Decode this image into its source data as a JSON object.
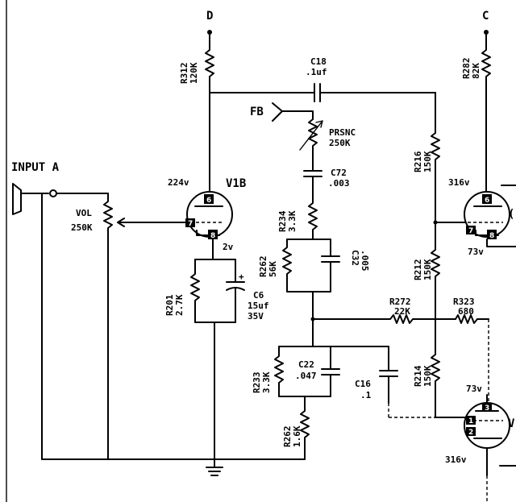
{
  "supply": {
    "d": "D",
    "c": "C"
  },
  "input": {
    "label": "INPUT A"
  },
  "feedback": {
    "label": "FB"
  },
  "tubes": {
    "v1b": {
      "label": "V1B",
      "plate_v": "224v",
      "cathode_v": "2v",
      "pin_plate": "6",
      "pin_grid": "7",
      "pin_cathode": "8"
    },
    "right_upper": {
      "plate_v": "316v",
      "cathode_v": "73v",
      "pin_plate": "6",
      "pin_grid": "7",
      "pin_cathode": "8",
      "edge_label": "("
    },
    "right_lower": {
      "cathode_top_v": "73v",
      "plate_v": "316v",
      "pin_a": "3",
      "pin_b": "1",
      "pin_c": "2",
      "edge_label": "V"
    }
  },
  "components": {
    "r312": {
      "name": "R312",
      "value": "120K"
    },
    "r282": {
      "name": "R282",
      "value": "82K"
    },
    "c18": {
      "name": "C18",
      "value": ".1uf"
    },
    "presence": {
      "name": "PRSNC",
      "value": "250K"
    },
    "c72": {
      "name": "C72",
      "value": ".003"
    },
    "r234": {
      "name": "R234",
      "value": "3.3K"
    },
    "r262a": {
      "name": "R262",
      "value": "56K"
    },
    "c32": {
      "name": "C32",
      "value": ".005"
    },
    "vol": {
      "name": "VOL",
      "value": "250K"
    },
    "r201": {
      "name": "R201",
      "value": "2.7K"
    },
    "c6": {
      "name": "C6",
      "value": "15uf",
      "rating": "35V",
      "polarity": "+"
    },
    "r216": {
      "name": "R216",
      "value": "150K"
    },
    "r212": {
      "name": "R212",
      "value": "150K"
    },
    "r214": {
      "name": "R214",
      "value": "150K"
    },
    "r272": {
      "name": "R272",
      "value": "22K"
    },
    "r323": {
      "name": "R323",
      "value": "680"
    },
    "r233": {
      "name": "R233",
      "value": "3.3K"
    },
    "c22": {
      "name": "C22",
      "value": ".047"
    },
    "c16": {
      "name": "C16",
      "value": ".1"
    },
    "r262b": {
      "name": "R262",
      "value": "1.6K"
    }
  }
}
